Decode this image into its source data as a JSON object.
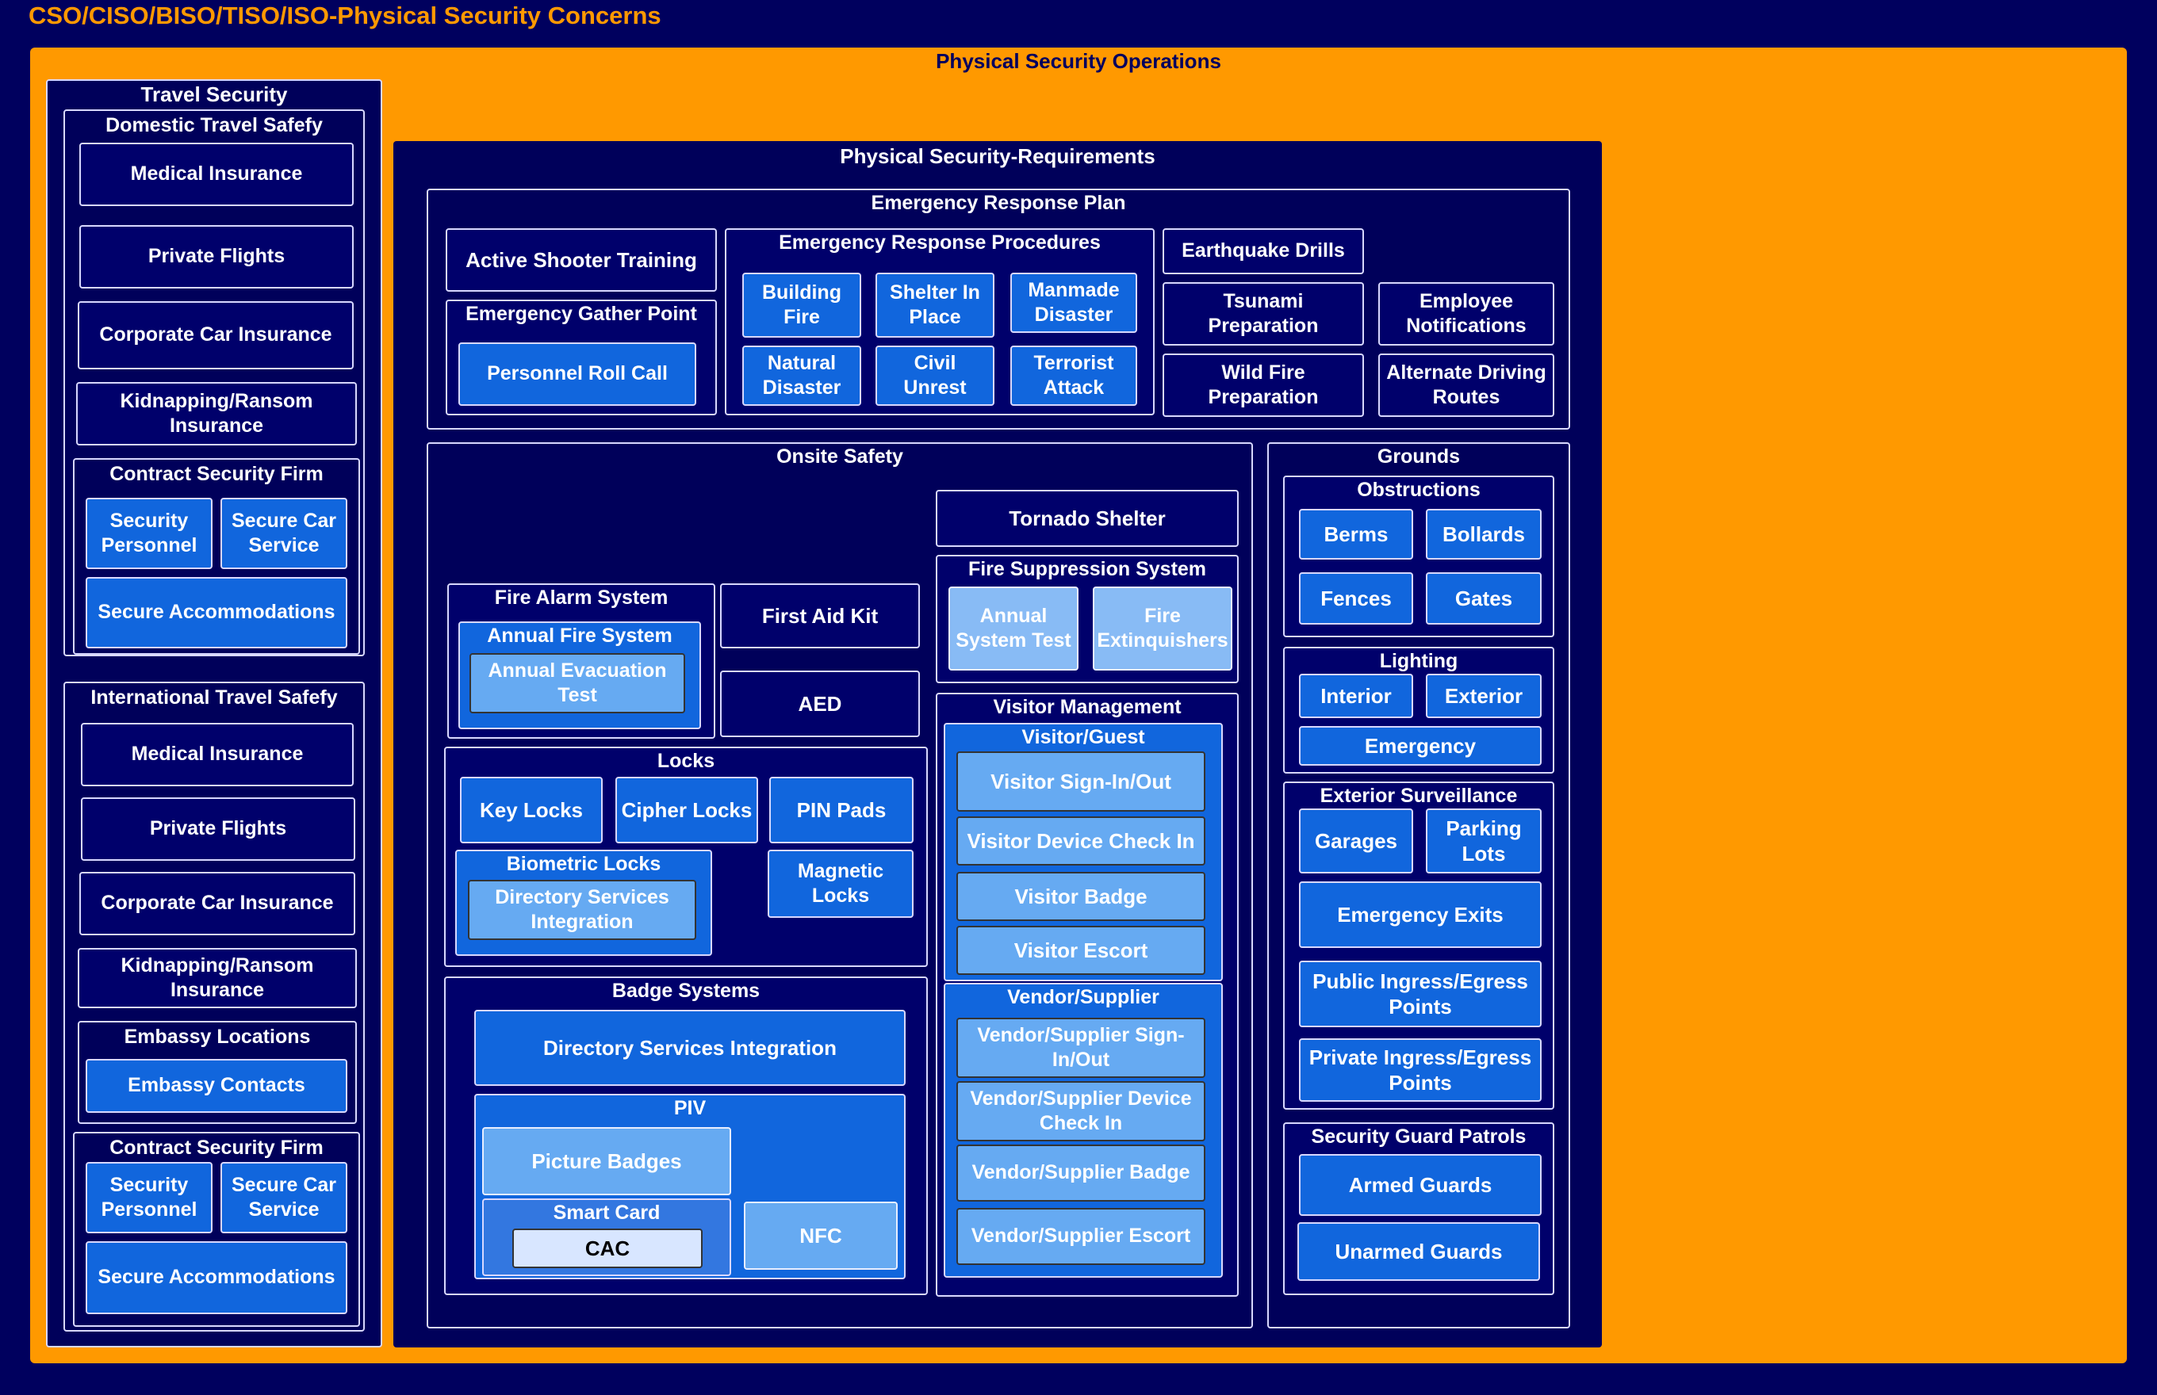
{
  "title": "CSO/CISO/BISO/TISO/ISO-Physical Security Concerns",
  "operations": "Physical Security Operations",
  "travel": {
    "title": "Travel Security",
    "domestic": {
      "title": "Domestic Travel Safefy",
      "medical": "Medical Insurance",
      "flights": "Private Flights",
      "car": "Corporate Car Insurance",
      "kidnap": "Kidnapping/Ransom Insurance",
      "firm": {
        "title": "Contract Security Firm",
        "personnel": "Security Personnel",
        "car": "Secure Car Service",
        "accom": "Secure Accommodations"
      }
    },
    "international": {
      "title": "International Travel Safefy",
      "medical": "Medical Insurance",
      "flights": "Private Flights",
      "car": "Corporate Car Insurance",
      "kidnap": "Kidnapping/Ransom Insurance",
      "embassy": {
        "title": "Embassy Locations",
        "contacts": "Embassy Contacts"
      },
      "firm": {
        "title": "Contract Security Firm",
        "personnel": "Security Personnel",
        "car": "Secure Car Service",
        "accom": "Secure Accommodations"
      }
    }
  },
  "req": {
    "title": "Physical Security-Requirements",
    "erp": {
      "title": "Emergency Response Plan",
      "active_shooter": "Active Shooter Training",
      "gather": {
        "title": "Emergency Gather Point",
        "rollcall": "Personnel Roll Call"
      },
      "procedures": {
        "title": "Emergency Response Procedures",
        "building_fire": "Building Fire",
        "shelter": "Shelter In Place",
        "manmade": "Manmade Disaster",
        "natural": "Natural Disaster",
        "civil": "Civil Unrest",
        "terrorist": "Terrorist Attack"
      },
      "earthquake": "Earthquake Drills",
      "tsunami": "Tsunami Preparation",
      "notifications": "Employee Notifications",
      "wildfire": "Wild Fire Preparation",
      "routes": "Alternate Driving Routes"
    },
    "onsite": {
      "title": "Onsite Safety",
      "tornado": "Tornado Shelter",
      "fire_alarm": {
        "title": "Fire Alarm System",
        "annual": "Annual Fire System",
        "evac": "Annual Evacuation Test"
      },
      "first_aid": "First Aid Kit",
      "aed": "AED",
      "fire_supp": {
        "title": "Fire Suppression System",
        "annual": "Annual System Test",
        "extinguishers": "Fire Extinquishers"
      },
      "locks": {
        "title": "Locks",
        "key": "Key Locks",
        "cipher": "Cipher Locks",
        "pin": "PIN Pads",
        "biometric": {
          "title": "Biometric Locks",
          "dsi": "Directory Services Integration"
        },
        "magnetic": "Magnetic Locks"
      },
      "badge": {
        "title": "Badge Systems",
        "dsi": "Directory Services Integration",
        "piv": {
          "title": "PIV",
          "picture": "Picture Badges",
          "smartcard": "Smart Card",
          "cac": "CAC",
          "nfc": "NFC"
        }
      },
      "visitor": {
        "title": "Visitor Management",
        "guest": {
          "title": "Visitor/Guest",
          "signin": "Visitor Sign-In/Out",
          "device": "Visitor Device Check In",
          "badge": "Visitor Badge",
          "escort": "Visitor Escort"
        },
        "vendor": {
          "title": "Vendor/Supplier",
          "signin": "Vendor/Supplier Sign-In/Out",
          "device": "Vendor/Supplier Device Check In",
          "badge": "Vendor/Supplier Badge",
          "escort": "Vendor/Supplier Escort"
        }
      }
    },
    "grounds": {
      "title": "Grounds",
      "obstructions": {
        "title": "Obstructions",
        "berms": "Berms",
        "bollards": "Bollards",
        "fences": "Fences",
        "gates": "Gates"
      },
      "lighting": {
        "title": "Lighting",
        "interior": "Interior",
        "exterior": "Exterior",
        "emergency": "Emergency"
      },
      "surveillance": {
        "title": "Exterior Surveillance",
        "garages": "Garages",
        "parking": "Parking Lots",
        "exits": "Emergency Exits",
        "public": "Public Ingress/Egress Points",
        "private": "Private Ingress/Egress Points"
      },
      "guards": {
        "title": "Security Guard Patrols",
        "armed": "Armed Guards",
        "unarmed": "Unarmed Guards"
      }
    }
  }
}
